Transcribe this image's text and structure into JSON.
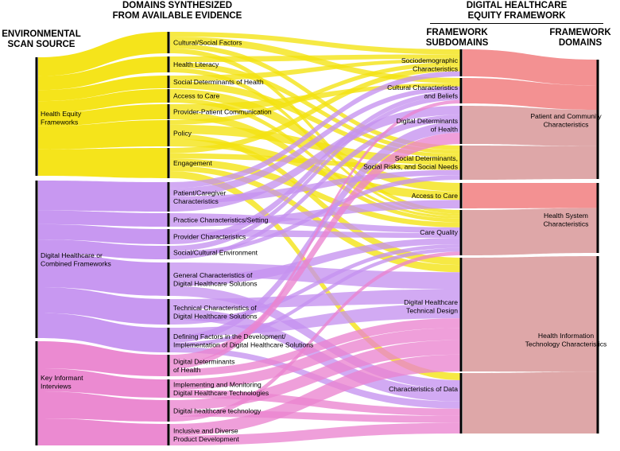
{
  "headers": {
    "source": [
      "ENVIRONMENTAL",
      "SCAN SOURCE"
    ],
    "domains_synth": [
      "DOMAINS SYNTHESIZED",
      "FROM AVAILABLE EVIDENCE"
    ],
    "framework": [
      "DIGITAL HEALTHCARE",
      "EQUITY FRAMEWORK"
    ],
    "subdomains": [
      "FRAMEWORK",
      "SUBDOMAINS"
    ],
    "framework_domains": [
      "FRAMEWORK",
      "DOMAINS"
    ]
  },
  "colors": {
    "health_equity": "#f4e30f",
    "digital": "#c592f0",
    "informant": "#ea84cf",
    "domain_pink": "#f39192",
    "domain_mauve": "#dea7a8"
  },
  "sources": [
    {
      "label": [
        "Health Equity",
        "Frameworks"
      ],
      "color": "#f4e30f"
    },
    {
      "label": [
        "Digital Healthcare or",
        "Combined Frameworks"
      ],
      "color": "#c592f0"
    },
    {
      "label": [
        "Key Informant",
        "Interviews"
      ],
      "color": "#ea84cf"
    }
  ],
  "synthesized": [
    {
      "label": [
        "Cultural/Social Factors"
      ]
    },
    {
      "label": [
        "Health Literacy"
      ]
    },
    {
      "label": [
        "Social Determinants of Health"
      ]
    },
    {
      "label": [
        "Access to Care"
      ]
    },
    {
      "label": [
        "Provider-Patient Communication"
      ]
    },
    {
      "label": [
        "Policy"
      ]
    },
    {
      "label": [
        "Engagement"
      ]
    },
    {
      "label": [
        "Patient/Caregiver",
        "Characteristics"
      ]
    },
    {
      "label": [
        "Practice Characteristics/Setting"
      ]
    },
    {
      "label": [
        "Provider Characteristics"
      ]
    },
    {
      "label": [
        "Social/Cultural Environment"
      ]
    },
    {
      "label": [
        "General Characteristics of",
        "Digital Healthcare Solutions"
      ]
    },
    {
      "label": [
        "Technical Characteristics of",
        "Digital Healthcare Solutions"
      ]
    },
    {
      "label": [
        "Defining Factors in the Development/",
        "Implementation of Digital Healthcare Solutions"
      ]
    },
    {
      "label": [
        "Digital Determinants",
        "of Health"
      ]
    },
    {
      "label": [
        "Implementing and Monitoring",
        "Digital Healthcare Technologies"
      ]
    },
    {
      "label": [
        "Digital healthcare technology"
      ]
    },
    {
      "label": [
        "Inclusive and Diverse",
        "Product Development"
      ]
    }
  ],
  "subdomains": [
    {
      "label": [
        "Sociodemographic",
        "Characteristics"
      ]
    },
    {
      "label": [
        "Cultural Characteristics",
        "and Beliefs"
      ]
    },
    {
      "label": [
        "Digital Determinants",
        "of Health"
      ]
    },
    {
      "label": [
        "Social Determinants,",
        "Social Risks, and Social Needs"
      ]
    },
    {
      "label": [
        "Access to Care"
      ]
    },
    {
      "label": [
        "Care Quality"
      ]
    },
    {
      "label": [
        "Digital Healthcare",
        "Technical Design"
      ]
    },
    {
      "label": [
        "Characteristics of Data"
      ]
    }
  ],
  "framework_domains": [
    {
      "label": [
        "Patient and Community",
        "Characteristics"
      ]
    },
    {
      "label": [
        "Health System",
        "Characteristics"
      ]
    },
    {
      "label": [
        "Health Information",
        "Technology Characteristics"
      ]
    }
  ]
}
